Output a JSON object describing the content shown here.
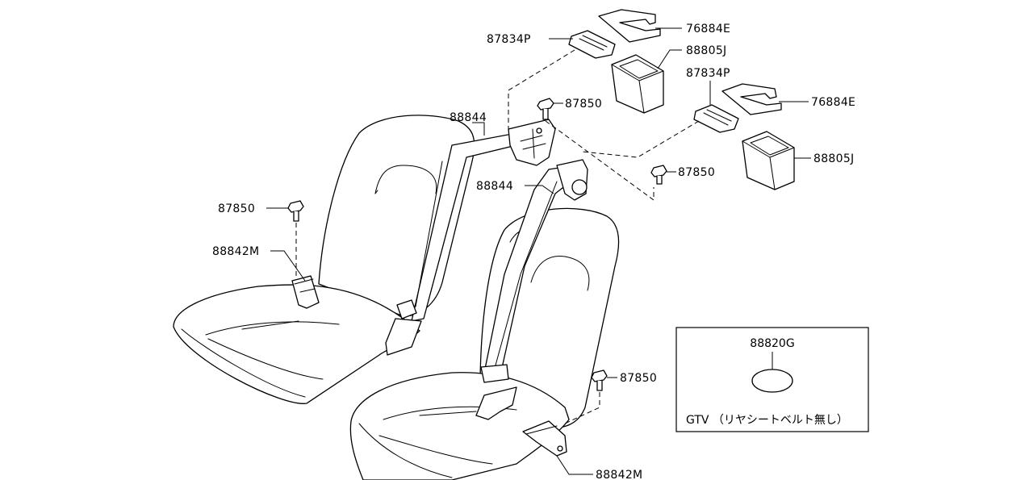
{
  "parts": {
    "p76884E_a": "76884E",
    "p87834P_a": "87834P",
    "p88805J_a": "88805J",
    "p87834P_b": "87834P",
    "p87850_a": "87850",
    "p76884E_b": "76884E",
    "p88844_a": "88844",
    "p87850_b": "87850",
    "p88805J_b": "88805J",
    "p88844_b": "88844",
    "p87850_c": "87850",
    "p88842M_a": "88842M",
    "p87850_d": "87850",
    "p88842M_b": "88842M"
  },
  "inset": {
    "part": "88820G",
    "caption": "GTV （リヤシートベルト無し）"
  }
}
